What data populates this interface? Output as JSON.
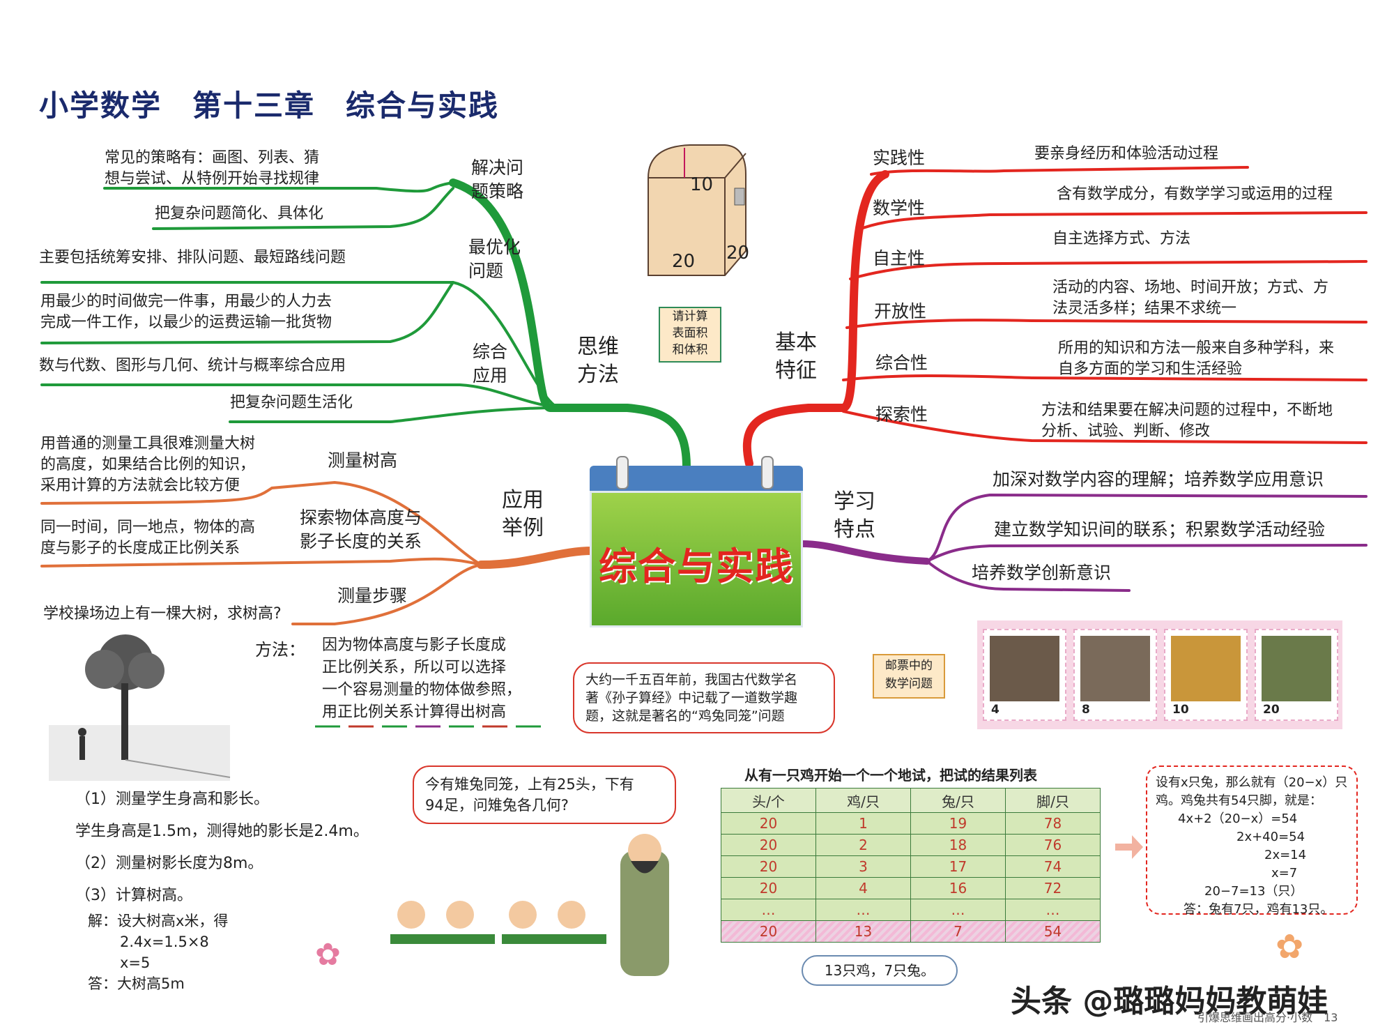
{
  "title": "小学数学　第十三章　综合与实践",
  "center": "综合与实践",
  "branches": {
    "thinking": {
      "label": [
        "思维",
        "方法"
      ],
      "subs": [
        {
          "label": [
            "解决问",
            "题策略"
          ],
          "leaves": [
            [
              "常见的策略有：画图、列表、猜",
              "想与尝试、从特例开始寻找规律"
            ],
            [
              "把复杂问题简化、具体化"
            ]
          ]
        },
        {
          "label": [
            "最优化",
            "问题"
          ],
          "leaves": [
            [
              "主要包括统筹安排、排队问题、最短路线问题"
            ],
            [
              "用最少的时间做完一件事，用最少的人力去",
              "完成一件工作，以最少的运费运输一批货物"
            ]
          ]
        },
        {
          "label": [
            "综合",
            "应用"
          ],
          "leaves": [
            [
              "数与代数、图形与几何、统计与概率综合应用"
            ],
            [
              "把复杂问题生活化"
            ]
          ]
        }
      ]
    },
    "features": {
      "label": [
        "基本",
        "特征"
      ],
      "items": [
        {
          "name": "实践性",
          "desc": [
            "要亲身经历和体验活动过程"
          ]
        },
        {
          "name": "数学性",
          "desc": [
            "含有数学成分，有数学学习或运用的过程"
          ]
        },
        {
          "name": "自主性",
          "desc": [
            "自主选择方式、方法"
          ]
        },
        {
          "name": "开放性",
          "desc": [
            "活动的内容、场地、时间开放；方式、方",
            "法灵活多样；结果不求统一"
          ]
        },
        {
          "name": "综合性",
          "desc": [
            "所用的知识和方法一般来自多种学科，来",
            "自多方面的学习和生活经验"
          ]
        },
        {
          "name": "探索性",
          "desc": [
            "方法和结果要在解决问题的过程中，不断地",
            "分析、试验、判断、修改"
          ]
        }
      ]
    },
    "study": {
      "label": [
        "学习",
        "特点"
      ],
      "items": [
        "加深对数学内容的理解；培养数学应用意识",
        "建立数学知识间的联系；积累数学活动经验",
        "培养数学创新意识"
      ]
    },
    "examples": {
      "label": [
        "应用",
        "举例"
      ],
      "subs": [
        {
          "label": [
            "测量树高"
          ],
          "leaf": [
            "用普通的测量工具很难测量大树",
            "的高度，如果结合比例的知识，",
            "采用计算的方法就会比较方便"
          ]
        },
        {
          "label": [
            "探索物体高度与",
            "影子长度的关系"
          ],
          "leaf": [
            "同一时间，同一地点，物体的高",
            "度与影子的长度成正比例关系"
          ]
        },
        {
          "label": [
            "测量步骤"
          ],
          "leaf": [
            "学校操场边上有一棵大树，求树高?"
          ]
        }
      ]
    }
  },
  "box": {
    "dims": [
      "10",
      "20",
      "20"
    ],
    "caption": [
      "请计算",
      "表面积",
      "和体积"
    ]
  },
  "method": {
    "label": "方法：",
    "text": [
      "因为物体高度与影子长度成",
      "正比例关系，所以可以选择",
      "一个容易测量的物体做参照，",
      "用正比例关系计算得出树高"
    ]
  },
  "steps": [
    "（1）测量学生身高和影长。",
    "学生身高是1.5m，测得她的影长是2.4m。",
    "（2）测量树影长度为8m。",
    "（3）计算树高。"
  ],
  "solution": [
    "解：设大树高x米，得",
    "2.4x=1.5×8",
    "x=5",
    "答：大树高5m"
  ],
  "story_bubble": [
    "大约一千五百年前，我国古代数学名",
    "著《孙子算经》中记载了一道数学趣",
    "题，这就是著名的“鸡兔同笼”问题"
  ],
  "problem_bubble": [
    "今有雉兔同笼，上有25头，下有",
    "94足，问雉兔各几何?"
  ],
  "stamps": {
    "caption": [
      "邮票中的",
      "数学问题"
    ],
    "values": [
      "4",
      "8",
      "10",
      "20"
    ]
  },
  "table": {
    "title": "从有一只鸡开始一个一个地试，把试的结果列表",
    "headers": [
      "头/个",
      "鸡/只",
      "兔/只",
      "脚/只"
    ],
    "rows": [
      [
        "20",
        "1",
        "19",
        "78"
      ],
      [
        "20",
        "2",
        "18",
        "76"
      ],
      [
        "20",
        "3",
        "17",
        "74"
      ],
      [
        "20",
        "4",
        "16",
        "72"
      ],
      [
        "…",
        "…",
        "…",
        "…"
      ],
      [
        "20",
        "13",
        "7",
        "54"
      ]
    ]
  },
  "result_cloud": "13只鸡，7只兔。",
  "algebra": [
    "设有x只兔，那么就有（20−x）只",
    "鸡。鸡兔共有54只脚，就是：",
    "4x+2（20−x）=54",
    "2x+40=54",
    "2x=14",
    "x=7",
    "20−7=13（只）",
    "答：兔有7只，鸡有13只。"
  ],
  "watermark": "头条 @璐璐妈妈教萌娃",
  "footer": "引爆思维画出高分·小数　13",
  "colors": {
    "green": "#1f9a3a",
    "red": "#e3261f",
    "purple": "#8a2c8a",
    "orange": "#e0703a",
    "title": "#1a2a6c"
  }
}
